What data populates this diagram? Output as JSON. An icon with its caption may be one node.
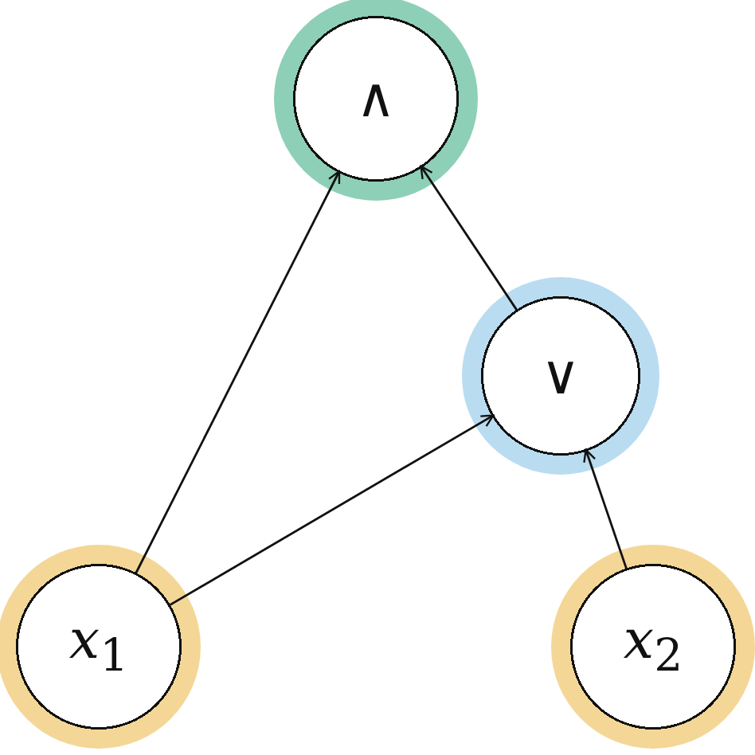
{
  "diagram": {
    "nodes": [
      {
        "text": [
          "∧"
        ]
      },
      {
        "text": [
          "∨"
        ]
      },
      {
        "text": [
          "*x*$_{1}$"
        ]
      },
      {
        "text": [
          "*x*$_{2}$"
        ]
      }
    ],
    "edges": [
      {
        "from": 2,
        "to": 0,
        "arrow": "to"
      },
      {
        "from": 1,
        "to": 0,
        "arrow": "to"
      },
      {
        "from": 2,
        "to": 1,
        "arrow": "to"
      },
      {
        "from": 3,
        "to": 1,
        "arrow": "to"
      }
    ]
  }
}
